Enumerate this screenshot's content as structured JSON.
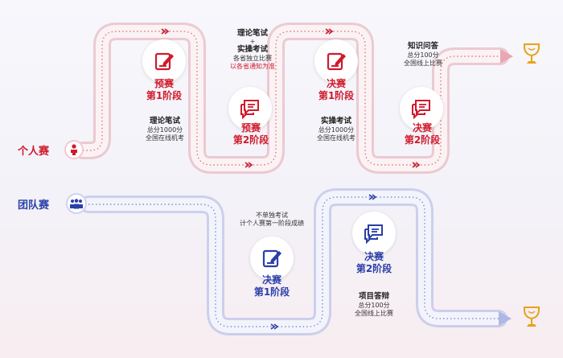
{
  "colors": {
    "red": "#d01a2c",
    "blue": "#2a3fa8",
    "gold": "#e8a21a"
  },
  "individual": {
    "category": "个人赛",
    "stages": [
      {
        "line1": "预赛",
        "line2": "第1阶段",
        "icon": "pencil-icon"
      },
      {
        "line1": "预赛",
        "line2": "第2阶段",
        "icon": "chat-icon"
      },
      {
        "line1": "决赛",
        "line2": "第1阶段",
        "icon": "pencil-icon"
      },
      {
        "line1": "决赛",
        "line2": "第2阶段",
        "icon": "chat-icon"
      }
    ],
    "notes": {
      "s1": {
        "title": "理论笔试",
        "l1": "总分1000分",
        "l2": "全国在线机考"
      },
      "s2": {
        "t1": "理论笔试",
        "plus": "+",
        "t2": "实操考试",
        "l1": "各省独立比赛",
        "l2": "以各省通知为准"
      },
      "s3": {
        "title": "实操考试",
        "l1": "总分1000分",
        "l2": "全国在线机考"
      },
      "s4": {
        "title": "知识问答",
        "l1": "总分100分",
        "l2": "全国线上比赛"
      }
    }
  },
  "team": {
    "category": "团队赛",
    "stages": [
      {
        "line1": "决赛",
        "line2": "第1阶段",
        "icon": "pencil-icon"
      },
      {
        "line1": "决赛",
        "line2": "第2阶段",
        "icon": "chat-icon"
      }
    ],
    "notes": {
      "s1": {
        "l1": "不单独考试",
        "l2": "计个人赛第一阶段成绩"
      },
      "s2": {
        "title": "项目答辩",
        "l1": "总分100分",
        "l2": "全国线上比赛"
      }
    }
  }
}
